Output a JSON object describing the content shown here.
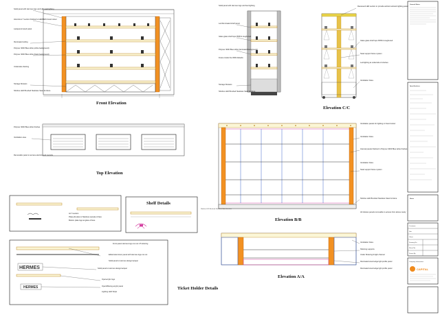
{
  "front_elevation": {
    "title": "Front Elevation",
    "notes": [
      "Solid panel with Hermes logo and LED wall lighting",
      "Aluminium T section finished to HERMES brand colour",
      "Lacquered wood panel",
      "Illuminated ceiling",
      "Polymer 3000 Blue white (white background)",
      "Polymer 3000 Blue white (black background)",
      "Underside shelving",
      "Storage Drawers",
      "Slimline LED Brushed Stainless Steel furniture"
    ]
  },
  "section": {
    "notes": [
      "Solid panel with Hermes logo and feet lighting",
      "Led illuminated shelf panel",
      "Glass glass shelf tops PMR & toughened",
      "Polymer 3000 Blue white (laminated background)",
      "Frame inside the 3000 defaults",
      "Storage Drawers",
      "Slimline LED Brushed Stainless Steel furniture"
    ]
  },
  "elevation_cc": {
    "title": "Elevation C/C",
    "notes": [
      "Recessed LED section to provide ambient artwork lighting panel",
      "Glass glass shelf tops PMR & toughened",
      "Steel support frame system",
      "Led lighting at underside of shelves",
      "Ventilation holes"
    ]
  },
  "top_elevation": {
    "title": "Top Elevation",
    "notes": [
      "Polymer 3000 Blue white finishes",
      "Ventilation area",
      "Removable panel to access electrics and controls"
    ]
  },
  "elevation_bb": {
    "title": "Elevation B/B",
    "notes": [
      "Ventilation panels for lighting or brand colour",
      "Ventilation holes",
      "Internal panels finished in Polymer 3000 Blue white finishes",
      "Ventilation holes",
      "Steel support frame system",
      "Slimline LED Brushed Stainless Steel furniture",
      "All shelves panels removable to access from above cavity"
    ]
  },
  "elevation_aa": {
    "title": "Elevation A/A",
    "notes": [
      "Ventilation holes",
      "Shelving supports",
      "Under Shelving lit light channel",
      "Illuminated wood edge light profile panel",
      "Illuminated wood edge light profile panel"
    ]
  },
  "shelf_details": {
    "title": "Shelf Details",
    "notes": [
      "Air T-section",
      "Plate pill plate to Stainless sample of face",
      "Bottom plate logo at glass of face"
    ]
  },
  "ticket_holder": {
    "title": "Ticket Holder Details",
    "brand_label": "HERMES",
    "notes": [
      "Front panel Hermes logo cut out 1:5 lettering",
      "Edited aluminium panel with Hermes logo cut out",
      "Solid panel to Hermes design lacquer",
      "Solid panel to Hermes design lacquer",
      "Opal acrylic logo",
      "Opal diffusing acrylic panel",
      "Lighting LED Strips"
    ]
  },
  "title_block": {
    "general_notes_title": "General Notes",
    "specifications_title": "Specifications",
    "notes_title": "Notes",
    "fields": [
      "Customer",
      "Site",
      "Client",
      "Drawing No",
      "Sheet No",
      "Drawn By"
    ],
    "company_label": "Company Information",
    "company_name": "CAPITAL"
  },
  "colors": {
    "post_orange": "#f29122",
    "shelf_cream": "#fbf6d6",
    "accent_pink": "#d43ea0",
    "accent_blue": "#3a63c8",
    "logo_orange": "#f08a1c"
  }
}
